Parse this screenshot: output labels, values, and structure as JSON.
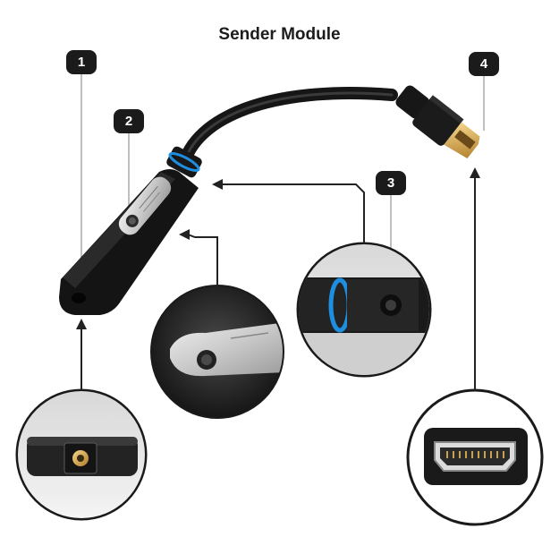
{
  "title": "Sender Module",
  "callouts": [
    {
      "number": "1"
    },
    {
      "number": "2"
    },
    {
      "number": "3"
    },
    {
      "number": "4"
    }
  ],
  "colors": {
    "badge": "#1b1b1b",
    "device_body": "#141414",
    "blue_ring": "#1e8fe0",
    "hdmi_tip": "#e6b45a",
    "arrow": "#222222"
  }
}
